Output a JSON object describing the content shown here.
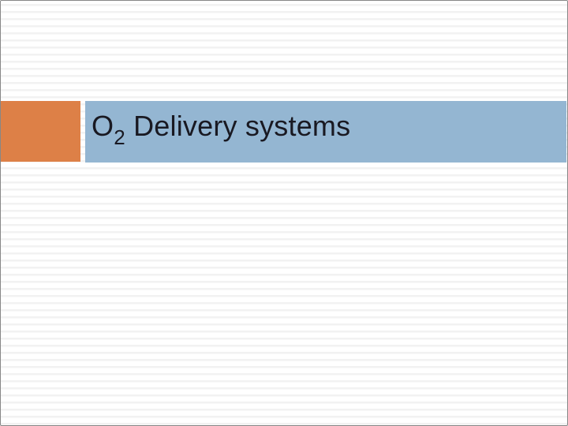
{
  "slide": {
    "title": {
      "symbol": "O",
      "subscript": "2",
      "rest": " Delivery systems"
    },
    "colors": {
      "accent_orange": "#DD8047",
      "banner_blue": "#94B6D2",
      "title_text": "#191922",
      "stripe": "#F2F2F2",
      "border": "#878787",
      "background": "#FFFFFF"
    }
  }
}
